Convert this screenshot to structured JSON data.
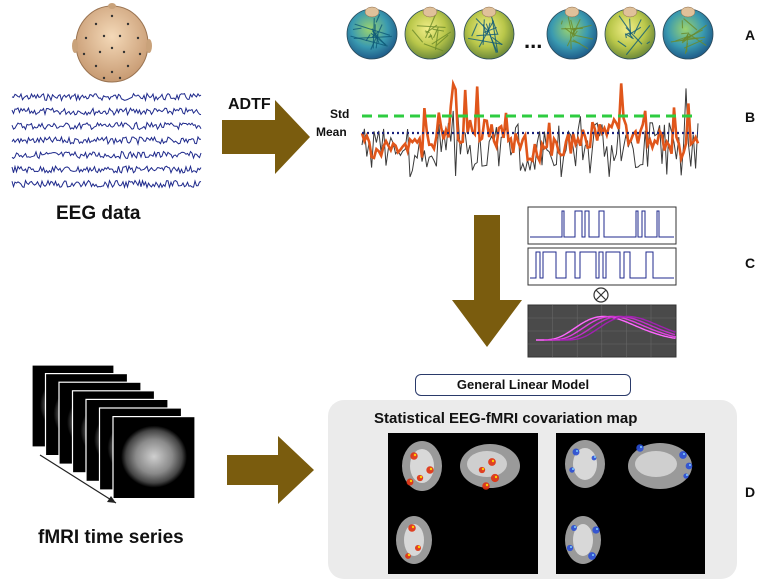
{
  "labels": {
    "eeg_data": "EEG data",
    "adtf": "ADTF",
    "std": "Std",
    "mean": "Mean",
    "fmri_time_series": "fMRI time series",
    "glm": "General Linear Model",
    "map_title": "Statistical EEG-fMRI covariation map",
    "ellipsis": "...",
    "panel_a": "A",
    "panel_b": "B",
    "panel_c": "C",
    "panel_d": "D"
  },
  "colors": {
    "arrow": "#7a5c0e",
    "eeg_trace": "#1f2a8c",
    "std_line": "#2ecc40",
    "mean_line": "#1a237e",
    "envelope": "#e0561b",
    "raw_trace": "#3a3a3a",
    "hrf": "#cc33cc",
    "panel_bg": "#ebebeb"
  },
  "icons": {
    "head": "scalp-electrode-head-icon",
    "network": "brain-connectivity-network-icon",
    "convolution": "circled-times-icon",
    "mri": "brain-mri-slice-icon"
  }
}
